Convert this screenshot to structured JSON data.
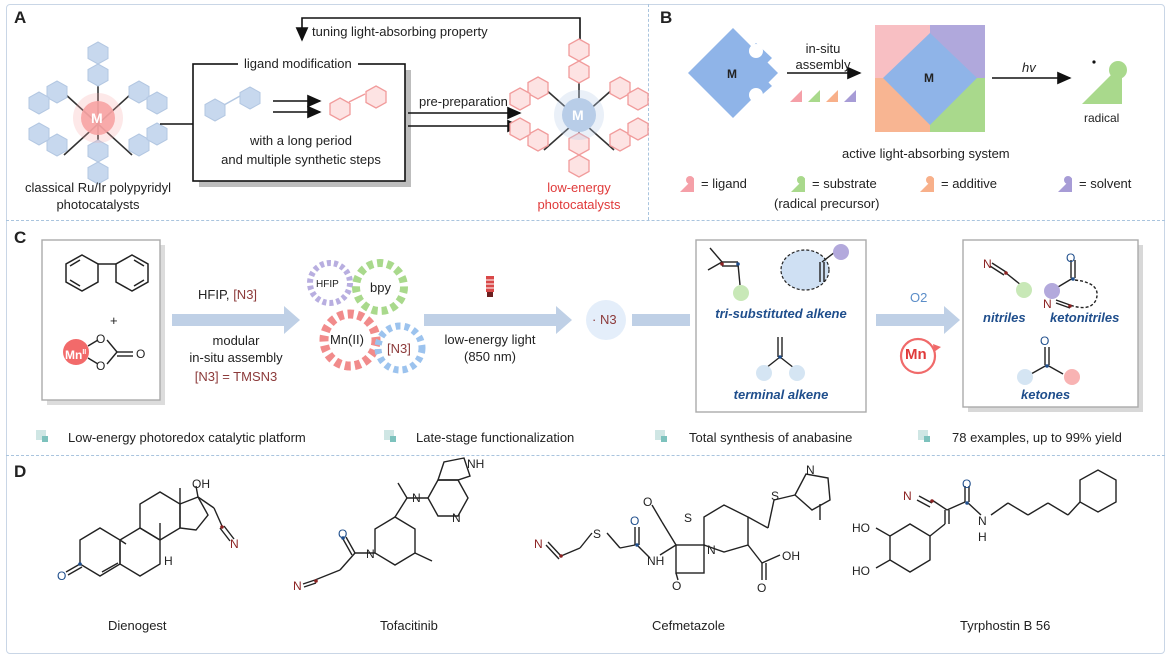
{
  "panels": {
    "A": "A",
    "B": "B",
    "C": "C",
    "D": "D"
  },
  "panelA": {
    "tuning": "tuning light-absorbing property",
    "ligand_mod": "ligand modification",
    "long_period_1": "with a long period",
    "long_period_2": "and multiple synthetic steps",
    "pre_prep": "pre-preparation",
    "classical_1": "classical Ru/Ir polypyridyl",
    "classical_2": "photocatalysts",
    "low_energy_1": "low-energy",
    "low_energy_2": "photocatalysts",
    "metal": "M"
  },
  "panelB": {
    "metal": "M",
    "insitu_1": "in-situ",
    "insitu_2": "assembly",
    "hv": "hv",
    "radical": "radical",
    "active": "active light-absorbing system",
    "legend": [
      {
        "label": "= ligand",
        "color": "#f5a0a8"
      },
      {
        "label": "= substrate",
        "color": "#a9d98c"
      },
      {
        "label": "= additive",
        "color": "#f8b08a"
      },
      {
        "label": "= solvent",
        "color": "#a79cd6"
      }
    ],
    "radical_precursor": "(radical precursor)"
  },
  "panelC": {
    "plus": "+",
    "mn_label": "Mn",
    "mn_sup": "II",
    "hfip_n3": "HFIP,",
    "n3": "[N3]",
    "modular_1": "modular",
    "modular_2": "in-situ assembly",
    "tmsn3": "[N3] = TMSN3",
    "gear_hfip": "HFIP",
    "gear_bpy": "bpy",
    "gear_mn": "Mn(II)",
    "gear_n3": "[N3]",
    "light_1": "low-energy light",
    "light_2": "(850 nm)",
    "radical_n3": "· N3",
    "tri_alkene": "tri-substituted alkene",
    "terminal_alkene": "terminal alkene",
    "o2": "O2",
    "mn_cycle": "Mn",
    "nitriles": "nitriles",
    "ketonitriles": "ketonitriles",
    "ketones": "ketones",
    "features": [
      "Low-energy photoredox catalytic platform",
      "Late-stage functionalization",
      "Total synthesis of anabasine",
      "78 examples, up to 99% yield"
    ]
  },
  "panelD": {
    "compounds": [
      "Dienogest",
      "Tofacitinib",
      "Cefmetazole",
      "Tyrphostin B 56"
    ],
    "atoms": {
      "OH": "OH",
      "N": "N",
      "H": "H",
      "O": "O",
      "NH": "NH",
      "S": "S",
      "HO": "HO"
    }
  },
  "colors": {
    "hex_blue": "#c7d8ee",
    "hex_red": "#f6b3b3",
    "arrow_fill": "#bfd0e6",
    "accent_red": "#e03a3a",
    "label_blue": "#1f4e8c"
  }
}
